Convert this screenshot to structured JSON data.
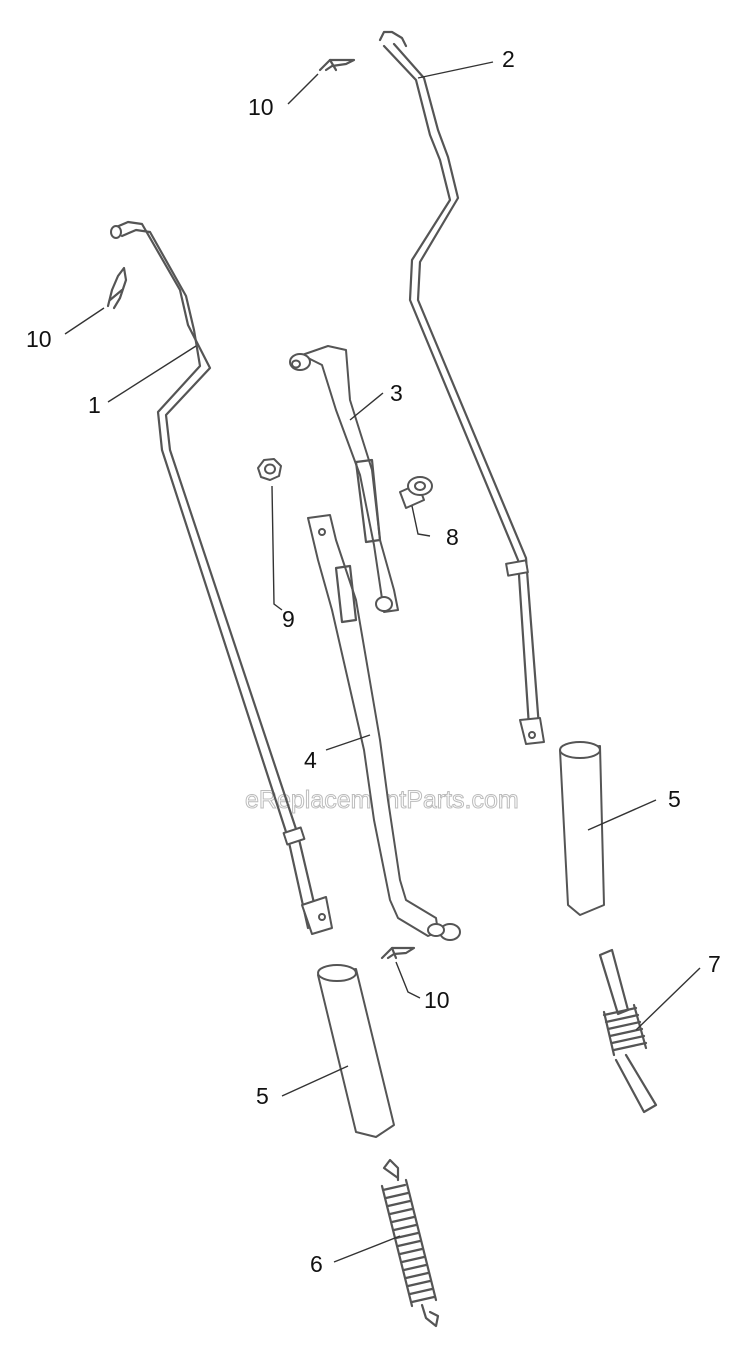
{
  "watermark": "eReplacementParts.com",
  "callouts": {
    "c1": "1",
    "c2": "2",
    "c3": "3",
    "c4": "4",
    "c5a": "5",
    "c5b": "5",
    "c6": "6",
    "c7": "7",
    "c8": "8",
    "c9": "9",
    "c10a": "10",
    "c10b": "10",
    "c10c": "10"
  }
}
